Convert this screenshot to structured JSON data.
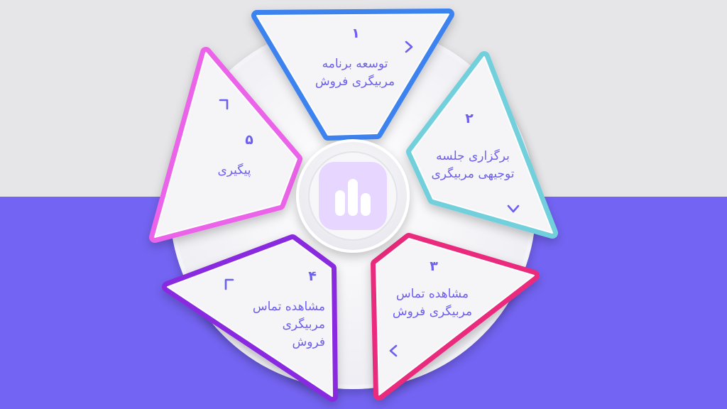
{
  "colors": {
    "bg_top": "#e6e6e8",
    "bg_bottom": "#7464f4",
    "step1": "#3d83f0",
    "step2": "#72d0dc",
    "step3": "#ea2c7c",
    "step4": "#8a2ce0",
    "step5": "#ea63e8",
    "text": "#6d5ff0",
    "hub_icon_bg": "#e7d6ff",
    "hub_icon_bars": "#ffffff"
  },
  "hub": {
    "icon": "bar-chart-icon"
  },
  "steps": [
    {
      "number": "۱",
      "label": "توسعه برنامه\nمربیگری فروش",
      "arrow_icon": "chevron-right-icon"
    },
    {
      "number": "۲",
      "label": "برگزاری جلسه\nتوجیهی مربیگری",
      "arrow_icon": "chevron-down-icon"
    },
    {
      "number": "۳",
      "label": "مشاهده تماس\nمربیگری فروش",
      "arrow_icon": "chevron-left-icon"
    },
    {
      "number": "۴",
      "label": "مشاهده تماس\nمربیگری\nفروش",
      "arrow_icon": "corner-arrow-icon"
    },
    {
      "number": "۵",
      "label": "پیگیری",
      "arrow_icon": "corner-arrow-icon"
    }
  ]
}
